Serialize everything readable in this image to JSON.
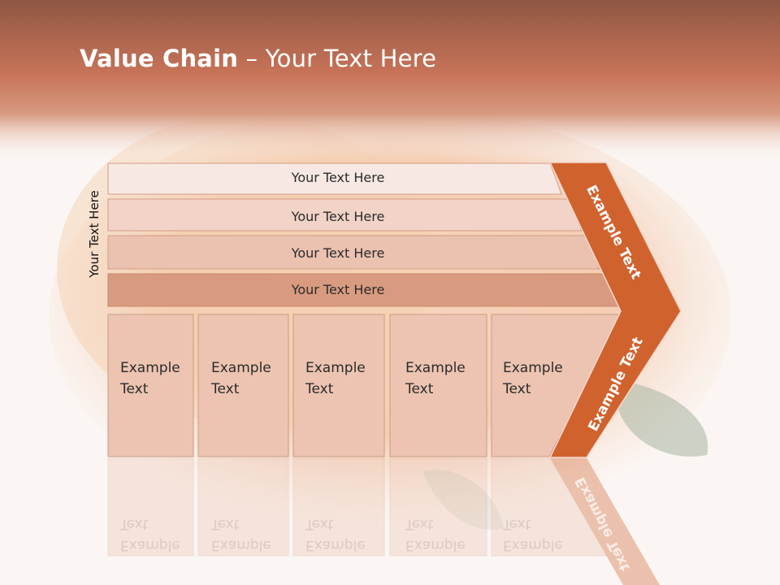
{
  "slide": {
    "title_bold": "Value Chain",
    "title_rest": " – Your Text Here",
    "side_label": "Your Text Here"
  },
  "bars": [
    {
      "label": "Your Text Here"
    },
    {
      "label": "Your Text Here"
    },
    {
      "label": "Your Text Here"
    },
    {
      "label": "Your Text Here"
    }
  ],
  "boxes": [
    {
      "line1": "Example",
      "line2": "Text"
    },
    {
      "line1": "Example",
      "line2": "Text"
    },
    {
      "line1": "Example",
      "line2": "Text"
    },
    {
      "line1": "Example",
      "line2": "Text"
    },
    {
      "line1": "Example",
      "line2": "Text"
    }
  ],
  "chevron": {
    "upper_label": "Example Text",
    "lower_label": "Example Text"
  },
  "colors": {
    "header": "#c77358",
    "arrow": "#d0622e",
    "box": "#ecc4b1"
  }
}
